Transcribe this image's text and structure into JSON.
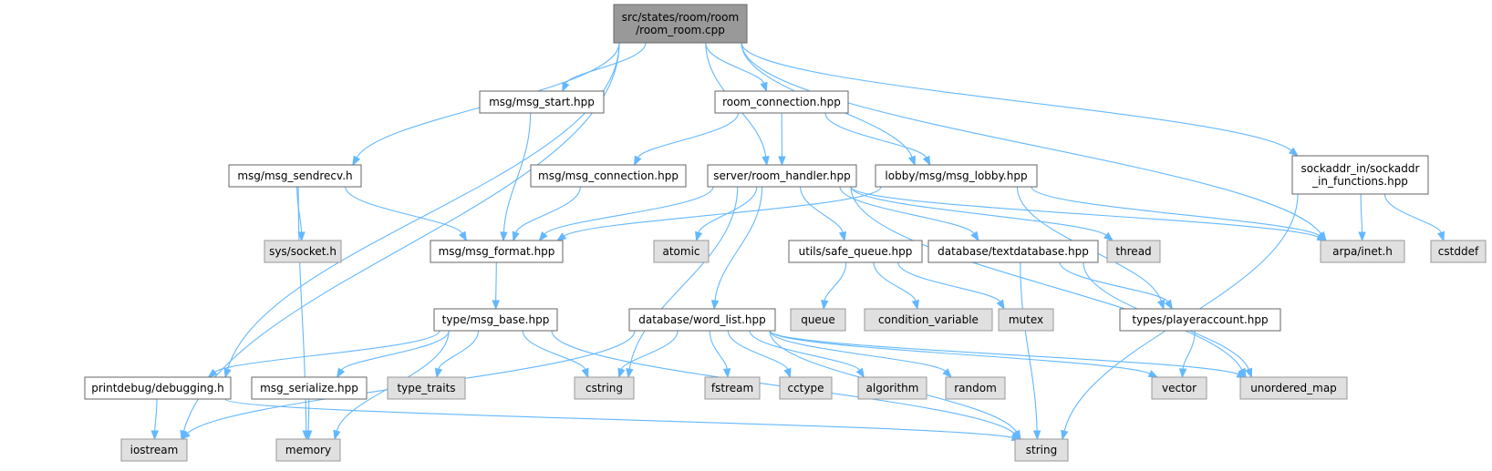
{
  "colors": {
    "root_fill": "#999999",
    "root_stroke": "#666666",
    "local_fill": "#ffffff",
    "local_stroke": "#666666",
    "system_fill": "#e0e0e0",
    "system_stroke": "#999999",
    "edge": "#63b8ff"
  },
  "nodes": [
    {
      "id": "root",
      "label": "src/states/room/room\n/room_room.cpp",
      "kind": "root"
    },
    {
      "id": "iostream",
      "label": "iostream",
      "kind": "system"
    },
    {
      "id": "msg_sendrecv",
      "label": "msg/msg_sendrecv.h",
      "kind": "local"
    },
    {
      "id": "msg_start",
      "label": "msg/msg_start.hpp",
      "kind": "local"
    },
    {
      "id": "room_connection",
      "label": "room_connection.hpp",
      "kind": "local"
    },
    {
      "id": "msg_connection",
      "label": "msg/msg_connection.hpp",
      "kind": "local"
    },
    {
      "id": "room_handler",
      "label": "server/room_handler.hpp",
      "kind": "local"
    },
    {
      "id": "msg_lobby",
      "label": "lobby/msg/msg_lobby.hpp",
      "kind": "local"
    },
    {
      "id": "sockaddr",
      "label": "sockaddr_in/sockaddr\n_in_functions.hpp",
      "kind": "local"
    },
    {
      "id": "sys_socket",
      "label": "sys/socket.h",
      "kind": "system"
    },
    {
      "id": "msg_format",
      "label": "msg/msg_format.hpp",
      "kind": "local"
    },
    {
      "id": "atomic",
      "label": "atomic",
      "kind": "system"
    },
    {
      "id": "safe_queue",
      "label": "utils/safe_queue.hpp",
      "kind": "local"
    },
    {
      "id": "textdatabase",
      "label": "database/textdatabase.hpp",
      "kind": "local"
    },
    {
      "id": "thread",
      "label": "thread",
      "kind": "system"
    },
    {
      "id": "arpa_inet",
      "label": "arpa/inet.h",
      "kind": "system"
    },
    {
      "id": "cstddef",
      "label": "cstddef",
      "kind": "system"
    },
    {
      "id": "msg_base",
      "label": "type/msg_base.hpp",
      "kind": "local"
    },
    {
      "id": "word_list",
      "label": "database/word_list.hpp",
      "kind": "local"
    },
    {
      "id": "queue",
      "label": "queue",
      "kind": "system"
    },
    {
      "id": "condition_variable",
      "label": "condition_variable",
      "kind": "system"
    },
    {
      "id": "mutex",
      "label": "mutex",
      "kind": "system"
    },
    {
      "id": "playeraccount",
      "label": "types/playeraccount.hpp",
      "kind": "local"
    },
    {
      "id": "debugging",
      "label": "printdebug/debugging.h",
      "kind": "local"
    },
    {
      "id": "msg_serialize",
      "label": "msg_serialize.hpp",
      "kind": "local"
    },
    {
      "id": "type_traits",
      "label": "type_traits",
      "kind": "system"
    },
    {
      "id": "cstring",
      "label": "cstring",
      "kind": "system"
    },
    {
      "id": "fstream",
      "label": "fstream",
      "kind": "system"
    },
    {
      "id": "cctype",
      "label": "cctype",
      "kind": "system"
    },
    {
      "id": "algorithm",
      "label": "algorithm",
      "kind": "system"
    },
    {
      "id": "random",
      "label": "random",
      "kind": "system"
    },
    {
      "id": "vector",
      "label": "vector",
      "kind": "system"
    },
    {
      "id": "unordered_map",
      "label": "unordered_map",
      "kind": "system"
    },
    {
      "id": "memory",
      "label": "memory",
      "kind": "system"
    },
    {
      "id": "string",
      "label": "string",
      "kind": "system"
    }
  ],
  "edges": [
    [
      "root",
      "iostream"
    ],
    [
      "root",
      "msg_sendrecv"
    ],
    [
      "root",
      "debugging"
    ],
    [
      "root",
      "msg_start"
    ],
    [
      "root",
      "room_connection"
    ],
    [
      "root",
      "room_handler"
    ],
    [
      "root",
      "msg_lobby"
    ],
    [
      "root",
      "arpa_inet"
    ],
    [
      "root",
      "sockaddr"
    ],
    [
      "msg_sendrecv",
      "sys_socket"
    ],
    [
      "msg_sendrecv",
      "msg_format"
    ],
    [
      "msg_sendrecv",
      "memory"
    ],
    [
      "msg_start",
      "msg_format"
    ],
    [
      "room_connection",
      "msg_connection"
    ],
    [
      "room_connection",
      "room_handler"
    ],
    [
      "room_connection",
      "msg_lobby"
    ],
    [
      "msg_connection",
      "msg_format"
    ],
    [
      "room_handler",
      "msg_format"
    ],
    [
      "room_handler",
      "atomic"
    ],
    [
      "room_handler",
      "safe_queue"
    ],
    [
      "room_handler",
      "textdatabase"
    ],
    [
      "room_handler",
      "thread"
    ],
    [
      "room_handler",
      "arpa_inet"
    ],
    [
      "room_handler",
      "cstring"
    ],
    [
      "room_handler",
      "word_list"
    ],
    [
      "room_handler",
      "unordered_map"
    ],
    [
      "msg_lobby",
      "msg_format"
    ],
    [
      "msg_lobby",
      "arpa_inet"
    ],
    [
      "msg_lobby",
      "playeraccount"
    ],
    [
      "sockaddr",
      "arpa_inet"
    ],
    [
      "sockaddr",
      "cstddef"
    ],
    [
      "sockaddr",
      "string"
    ],
    [
      "msg_format",
      "msg_base"
    ],
    [
      "msg_base",
      "debugging"
    ],
    [
      "msg_base",
      "msg_serialize"
    ],
    [
      "msg_base",
      "type_traits"
    ],
    [
      "msg_base",
      "cstring"
    ],
    [
      "msg_base",
      "memory"
    ],
    [
      "msg_base",
      "string"
    ],
    [
      "safe_queue",
      "queue"
    ],
    [
      "safe_queue",
      "condition_variable"
    ],
    [
      "safe_queue",
      "mutex"
    ],
    [
      "textdatabase",
      "playeraccount"
    ],
    [
      "textdatabase",
      "unordered_map"
    ],
    [
      "textdatabase",
      "string"
    ],
    [
      "playeraccount",
      "vector"
    ],
    [
      "word_list",
      "cstring"
    ],
    [
      "word_list",
      "fstream"
    ],
    [
      "word_list",
      "cctype"
    ],
    [
      "word_list",
      "algorithm"
    ],
    [
      "word_list",
      "random"
    ],
    [
      "word_list",
      "vector"
    ],
    [
      "word_list",
      "unordered_map"
    ],
    [
      "word_list",
      "string"
    ],
    [
      "word_list",
      "iostream"
    ],
    [
      "debugging",
      "iostream"
    ],
    [
      "debugging",
      "string"
    ],
    [
      "msg_serialize",
      "memory"
    ]
  ]
}
